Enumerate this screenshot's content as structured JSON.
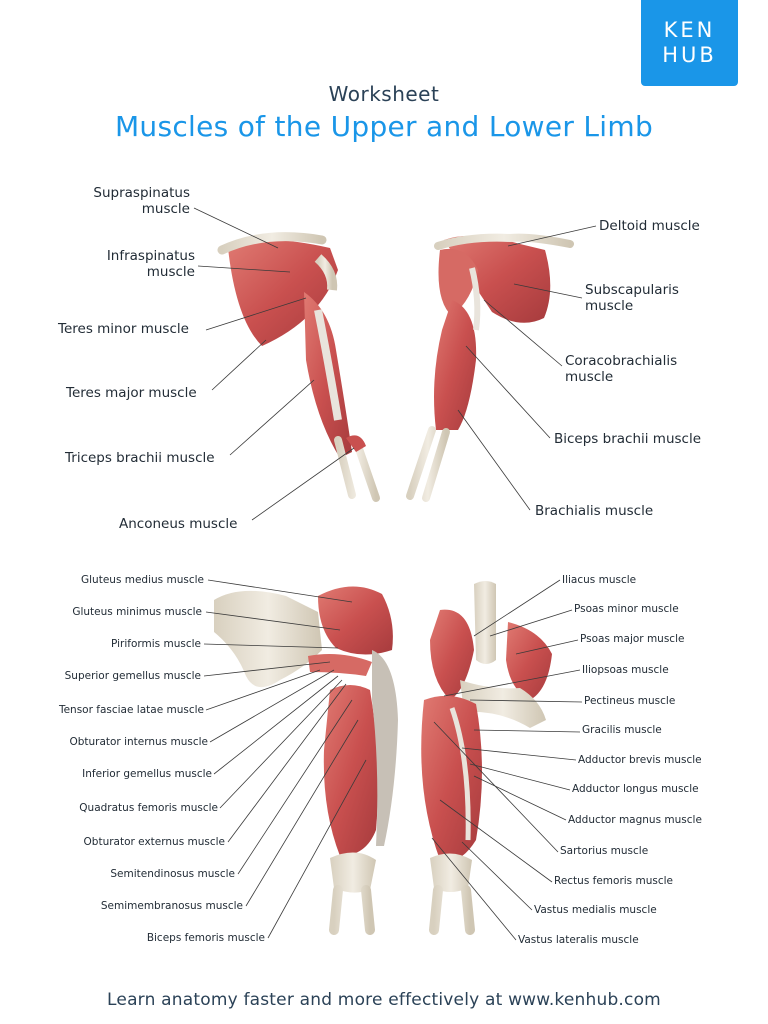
{
  "brand": {
    "line1": "KEN",
    "line2": "HUB"
  },
  "header": {
    "subtitle": "Worksheet",
    "title": "Muscles of the Upper and Lower Limb"
  },
  "upper_left": [
    [
      "Supraspinatus",
      "muscle"
    ],
    [
      "Infraspinatus",
      "muscle"
    ],
    [
      "Teres minor muscle"
    ],
    [
      "Teres major muscle"
    ],
    [
      "Triceps brachii muscle"
    ],
    [
      "Anconeus muscle"
    ]
  ],
  "upper_right": [
    [
      "Deltoid muscle"
    ],
    [
      "Subscapularis",
      "muscle"
    ],
    [
      "Coracobrachialis",
      "muscle"
    ],
    [
      "Biceps brachii muscle"
    ],
    [
      "Brachialis muscle"
    ]
  ],
  "lower_left": [
    "Gluteus medius muscle",
    "Gluteus minimus muscle",
    "Piriformis muscle",
    "Superior gemellus muscle",
    "Tensor fasciae latae muscle",
    "Obturator internus muscle",
    "Inferior gemellus muscle",
    "Quadratus femoris muscle",
    "Obturator externus muscle",
    "Semitendinosus muscle",
    "Semimembranosus muscle",
    "Biceps femoris muscle"
  ],
  "lower_right": [
    "Iliacus muscle",
    "Psoas minor muscle",
    "Psoas major muscle",
    "Iliopsoas muscle",
    "Pectineus muscle",
    "Gracilis muscle",
    "Adductor brevis muscle",
    "Adductor longus muscle",
    "Adductor magnus muscle",
    "Sartorius muscle",
    "Rectus femoris muscle",
    "Vastus medialis muscle",
    "Vastus lateralis muscle"
  ],
  "footer": {
    "text": "Learn anatomy faster and more effectively at www.kenhub.com"
  },
  "colors": {
    "brand_blue": "#1a96e8",
    "text_dark": "#2b4257",
    "muscle": "#c9504f",
    "bone": "#e8e2d4"
  }
}
